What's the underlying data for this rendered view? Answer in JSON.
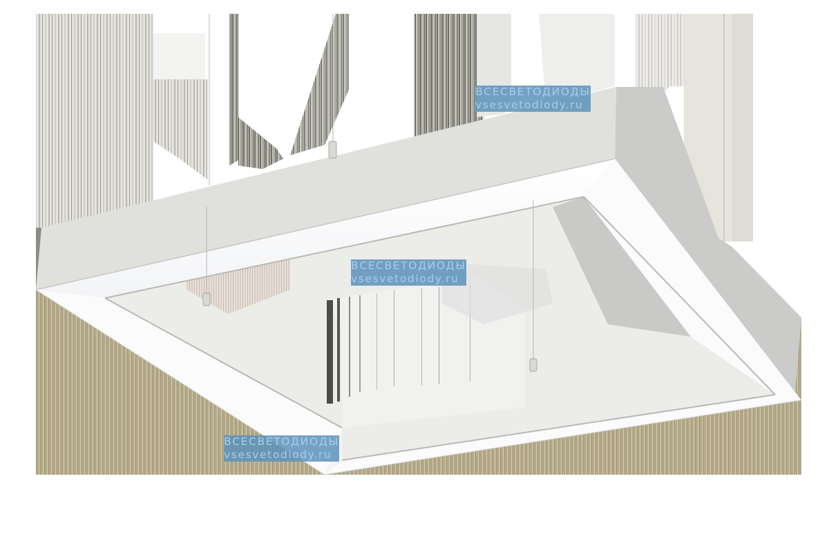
{
  "image": {
    "subject": "square suspended LED pendant luminaire",
    "background_color": "#ffffff",
    "colors": {
      "frame_top": "#e0e0dd",
      "frame_side": "#cbcbca",
      "diffuser": "#fdfdfd",
      "inner_panel": "#ececea",
      "floor_stripes": "#bdb394",
      "wall_stripes": "#d8d6cf"
    }
  },
  "watermarks": [
    {
      "line1": "ВСЕСВЕТОДИОДЫ",
      "line2": "vsesvetodiody.ru"
    },
    {
      "line1": "ВСЕСВЕТОДИОДЫ",
      "line2": "vsesvetodiody.ru"
    },
    {
      "line1": "ВСЕСВЕТОДИОДЫ",
      "line2": "vsesvetodiody.ru"
    }
  ]
}
